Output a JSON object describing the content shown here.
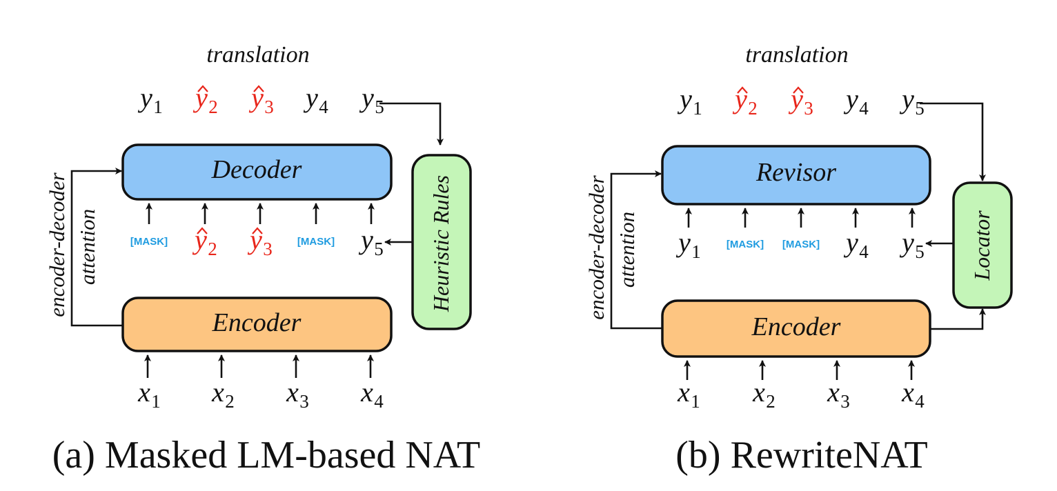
{
  "panels": [
    {
      "caption": "(a) Masked LM-based NAT",
      "top_label": "translation",
      "side_label_line1": "encoder-decoder",
      "side_label_line2": "attention",
      "decoder_label": "Decoder",
      "encoder_label": "Encoder",
      "side_box_label": "Heuristic Rules",
      "outputs": [
        {
          "base": "y",
          "sub": "1",
          "hat": false,
          "red": false
        },
        {
          "base": "y",
          "sub": "2",
          "hat": true,
          "red": true
        },
        {
          "base": "y",
          "sub": "3",
          "hat": true,
          "red": true
        },
        {
          "base": "y",
          "sub": "4",
          "hat": false,
          "red": false
        },
        {
          "base": "y",
          "sub": "5",
          "hat": false,
          "red": false
        }
      ],
      "decoder_inputs": [
        {
          "mask": "[MASK]"
        },
        {
          "base": "y",
          "sub": "2",
          "hat": true,
          "red": true
        },
        {
          "base": "y",
          "sub": "3",
          "hat": true,
          "red": true
        },
        {
          "mask": "[MASK]"
        },
        {
          "base": "y",
          "sub": "5",
          "hat": false,
          "red": false
        }
      ],
      "encoder_inputs": [
        {
          "base": "x",
          "sub": "1"
        },
        {
          "base": "x",
          "sub": "2"
        },
        {
          "base": "x",
          "sub": "3"
        },
        {
          "base": "x",
          "sub": "4"
        }
      ]
    },
    {
      "caption": "(b) RewriteNAT",
      "top_label": "translation",
      "side_label_line1": "encoder-decoder",
      "side_label_line2": "attention",
      "decoder_label": "Revisor",
      "encoder_label": "Encoder",
      "side_box_label": "Locator",
      "outputs": [
        {
          "base": "y",
          "sub": "1",
          "hat": false,
          "red": false
        },
        {
          "base": "y",
          "sub": "2",
          "hat": true,
          "red": true
        },
        {
          "base": "y",
          "sub": "3",
          "hat": true,
          "red": true
        },
        {
          "base": "y",
          "sub": "4",
          "hat": false,
          "red": false
        },
        {
          "base": "y",
          "sub": "5",
          "hat": false,
          "red": false
        }
      ],
      "decoder_inputs": [
        {
          "base": "y",
          "sub": "1",
          "hat": false,
          "red": false
        },
        {
          "mask": "[MASK]"
        },
        {
          "mask": "[MASK]"
        },
        {
          "base": "y",
          "sub": "4",
          "hat": false,
          "red": false
        },
        {
          "base": "y",
          "sub": "5",
          "hat": false,
          "red": false
        }
      ],
      "encoder_inputs": [
        {
          "base": "x",
          "sub": "1"
        },
        {
          "base": "x",
          "sub": "2"
        },
        {
          "base": "x",
          "sub": "3"
        },
        {
          "base": "x",
          "sub": "4"
        }
      ]
    }
  ],
  "colors": {
    "decoder_fill": "#8ec5f7",
    "encoder_fill": "#fdc581",
    "side_box_fill": "#c4f5b8",
    "highlight_red": "#e8251a",
    "mask_blue": "#1e9be0",
    "stroke": "#111111"
  }
}
